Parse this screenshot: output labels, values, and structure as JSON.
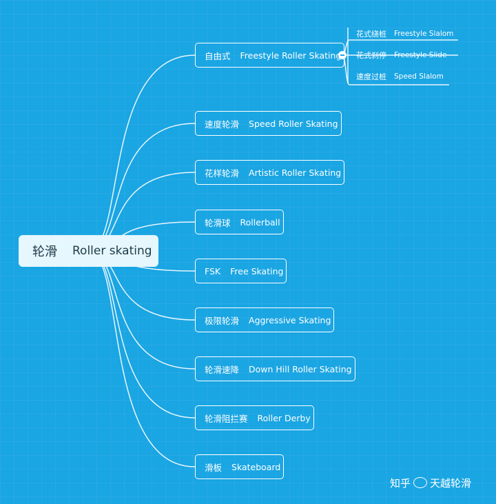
{
  "root": {
    "zh": "轮滑",
    "en": "Roller skating"
  },
  "branches": [
    {
      "zh": "自由式",
      "en": "Freestyle Roller Skating"
    },
    {
      "zh": "速度轮滑",
      "en": "Speed Roller Skating"
    },
    {
      "zh": "花样轮滑",
      "en": "Artistic Roller Skating"
    },
    {
      "zh": "轮滑球",
      "en": "Rollerball"
    },
    {
      "zh": "FSK",
      "en": "Free Skating"
    },
    {
      "zh": "极限轮滑",
      "en": "Aggressive Skating"
    },
    {
      "zh": "轮滑速降",
      "en": "Down Hill Roller Skating"
    },
    {
      "zh": "轮滑阻拦赛",
      "en": "Roller Derby"
    },
    {
      "zh": "滑板",
      "en": "Skateboard"
    }
  ],
  "sub_branches": [
    {
      "zh": "花式绕桩",
      "en": "Freestyle Slalom"
    },
    {
      "zh": "花式刹停",
      "en": "Freestyle Slide"
    },
    {
      "zh": "速度过桩",
      "en": "Speed Slalom"
    }
  ],
  "watermark": {
    "prefix": "知乎",
    "name": "天越轮滑"
  },
  "colors": {
    "background": "#1aa5e3",
    "line": "#ffffff",
    "root_fill": "#e6f7fd",
    "root_text": "#1d3a48"
  }
}
